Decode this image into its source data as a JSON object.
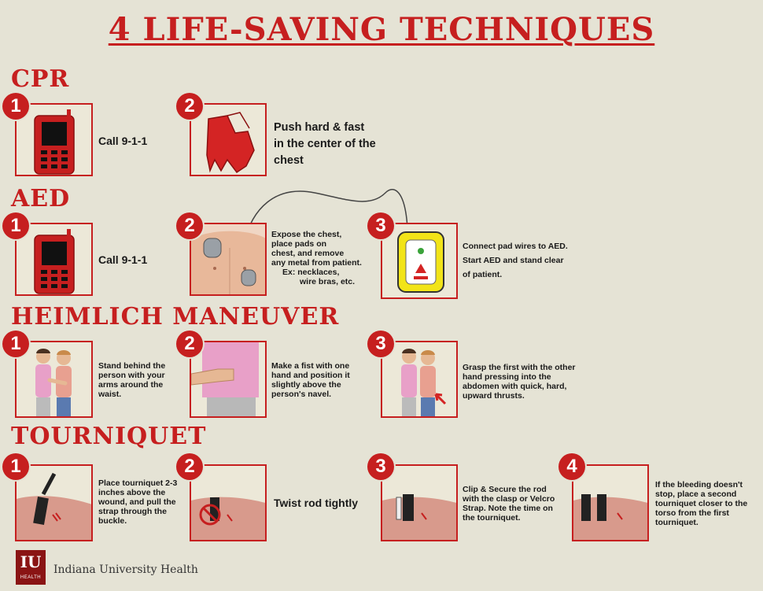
{
  "title": "4 LIFE-SAVING TECHNIQUES",
  "sections": {
    "cpr": {
      "heading": "CPR",
      "steps": [
        {
          "num": "1",
          "text": "Call 9-1-1"
        },
        {
          "num": "2",
          "text": "Push hard & fast in the center of the chest"
        }
      ]
    },
    "aed": {
      "heading": "AED",
      "steps": [
        {
          "num": "1",
          "text": "Call 9-1-1"
        },
        {
          "num": "2",
          "lines": [
            "Expose the chest,",
            "place pads on",
            "chest, and remove",
            "any metal from patient.",
            "Ex: necklaces,",
            "wire bras, etc."
          ]
        },
        {
          "num": "3",
          "lines": [
            "Connect pad wires to AED.",
            "Start AED and stand clear",
            "of patient."
          ]
        }
      ]
    },
    "heimlich": {
      "heading": "HEIMLICH MANEUVER",
      "steps": [
        {
          "num": "1",
          "text": "Stand behind the person with your arms around the waist."
        },
        {
          "num": "2",
          "text": "Make a fist with one hand and position it slightly above the person's navel."
        },
        {
          "num": "3",
          "text": "Grasp the first with the other hand pressing into the abdomen with quick, hard, upward thrusts."
        }
      ]
    },
    "tourniquet": {
      "heading": "TOURNIQUET",
      "steps": [
        {
          "num": "1",
          "text": "Place tourniquet 2-3 inches above the wound, and pull the strap through the buckle."
        },
        {
          "num": "2",
          "text": "Twist rod tightly"
        },
        {
          "num": "3",
          "text": "Clip & Secure the rod with the clasp or Velcro Strap. Note the time on the tourniquet."
        },
        {
          "num": "4",
          "text": "If the bleeding doesn't stop, place a second tourniquet closer to the torso from the first tourniquet."
        }
      ]
    }
  },
  "footer": {
    "logo_mark": "IU",
    "logo_sub": "HEALTH",
    "org_name": "Indiana University Health"
  },
  "colors": {
    "accent": "#c61f1f",
    "background": "#e5e3d5",
    "aed_yellow": "#f2e418"
  }
}
